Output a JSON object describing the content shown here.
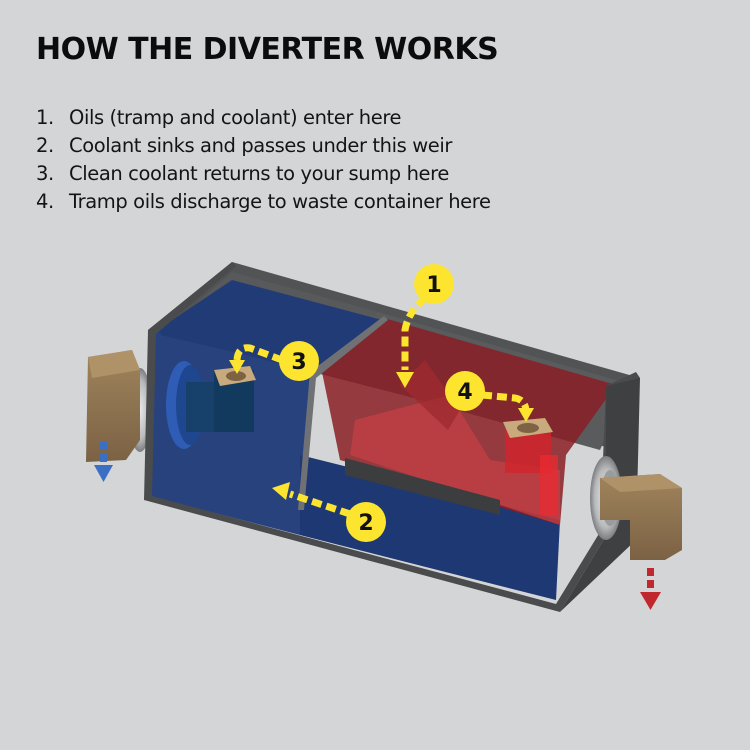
{
  "title": "HOW THE DIVERTER WORKS",
  "steps": [
    {
      "num": "1.",
      "text": "Oils (tramp and coolant) enter here"
    },
    {
      "num": "2.",
      "text": "Coolant sinks and passes under this weir"
    },
    {
      "num": "3.",
      "text": "Clean coolant returns to your sump here"
    },
    {
      "num": "4.",
      "text": "Tramp oils discharge to waste container here"
    }
  ],
  "callouts": [
    {
      "label": "1",
      "meaning": "inlet"
    },
    {
      "label": "2",
      "meaning": "weir underflow"
    },
    {
      "label": "3",
      "meaning": "clean coolant outlet"
    },
    {
      "label": "4",
      "meaning": "tramp oil outlet"
    }
  ],
  "colors": {
    "background": "#d4d5d7",
    "callout": "#fde52f",
    "coolant": "#1e3a78",
    "tramp_oil": "#c0282d",
    "housing": "#4a4b4d",
    "fitting": "#8f7450",
    "coolant_arrow": "#3b6fc4",
    "oil_arrow": "#c0282d"
  }
}
